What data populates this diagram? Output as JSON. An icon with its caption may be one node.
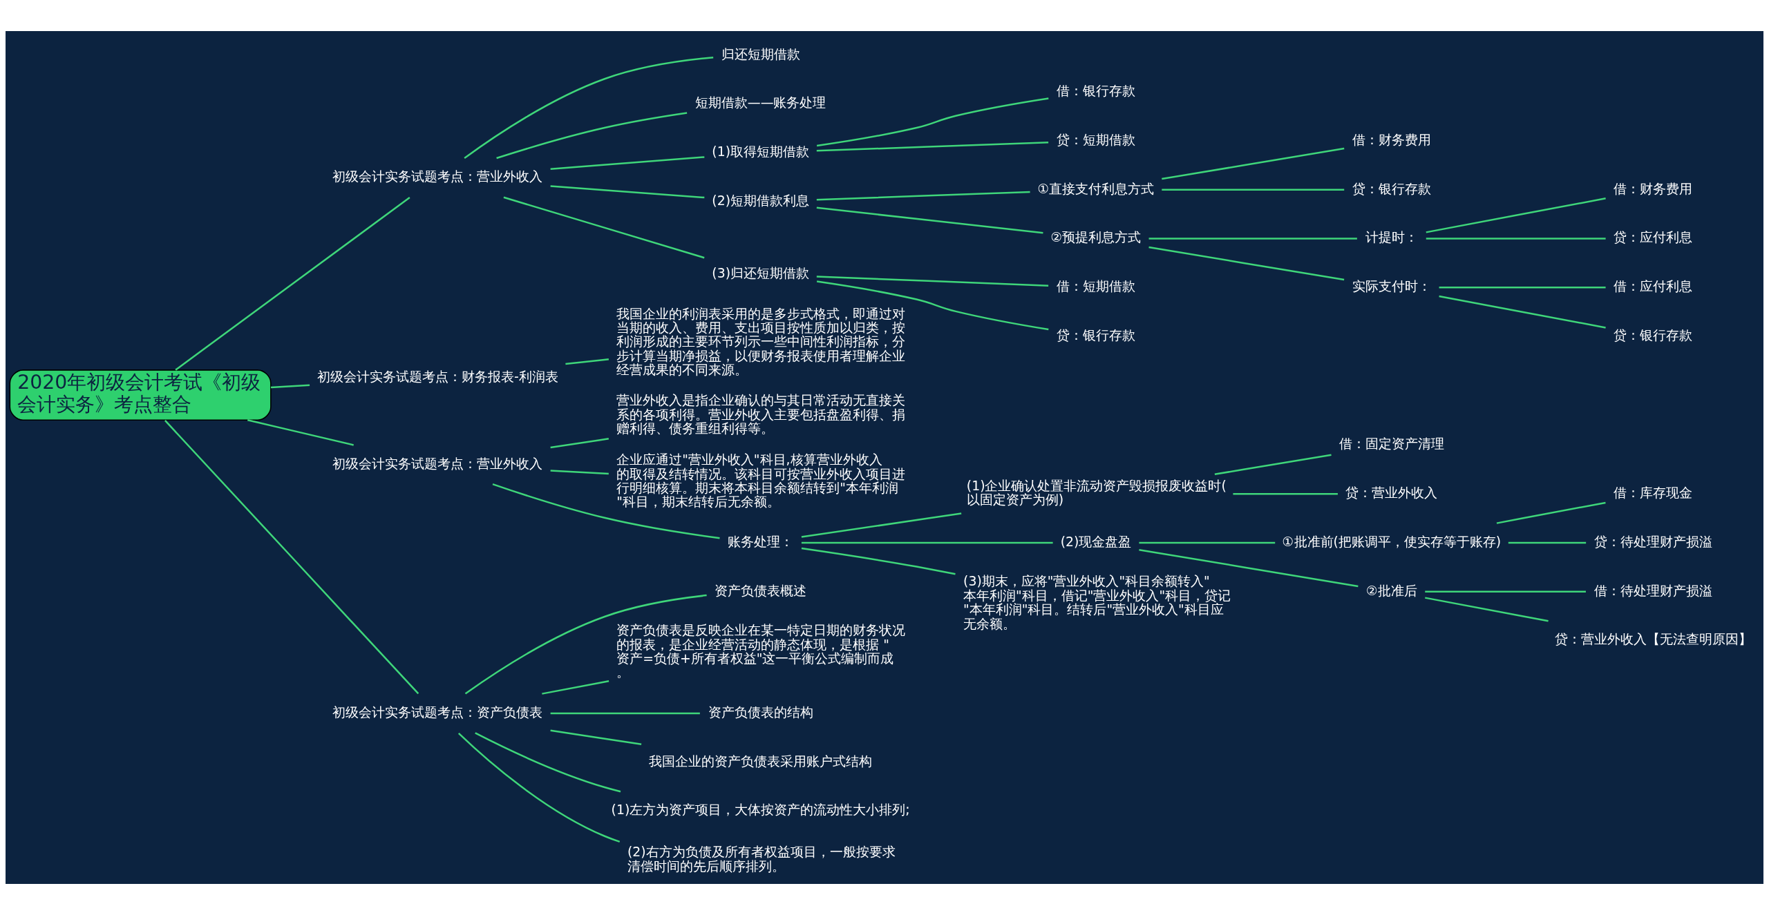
{
  "diagram": {
    "nodes": [
      {
        "text": [
          "2020年初级会计考试《初级会计实务》考点整合"
        ]
      },
      {
        "text": [
          "初级会计实务试题考点：营业外收入"
        ]
      },
      {
        "text": [
          "归还短期借款"
        ]
      },
      {
        "text": [
          "短期借款——账务处理"
        ]
      },
      {
        "text": [
          "(1)取得短期借款"
        ]
      },
      {
        "text": [
          "借：银行存款"
        ]
      },
      {
        "text": [
          "贷：短期借款"
        ]
      },
      {
        "text": [
          "(2)短期借款利息"
        ]
      },
      {
        "text": [
          "①直接支付利息方式"
        ]
      },
      {
        "text": [
          "借：财务费用"
        ]
      },
      {
        "text": [
          "贷：银行存款"
        ]
      },
      {
        "text": [
          "②预提利息方式"
        ]
      },
      {
        "text": [
          "计提时："
        ]
      },
      {
        "text": [
          "借：财务费用"
        ]
      },
      {
        "text": [
          "贷：应付利息"
        ]
      },
      {
        "text": [
          "实际支付时："
        ]
      },
      {
        "text": [
          "借：应付利息"
        ]
      },
      {
        "text": [
          "贷：银行存款"
        ]
      },
      {
        "text": [
          "(3)归还短期借款"
        ]
      },
      {
        "text": [
          "借：短期借款"
        ]
      },
      {
        "text": [
          "贷：银行存款"
        ]
      },
      {
        "text": [
          "初级会计实务试题考点：财务报表-利润表"
        ]
      },
      {
        "text": [
          "我国企业的利润表采用的是多步式格式，即通过对当期的收入、费用、支出项目按性质加以归类，按利润形成的主要环节列示一些中间性利润指标，分步计算当期净损益，以便财务报表使用者理解企业经营成果的不同来源。"
        ]
      },
      {
        "text": [
          "初级会计实务试题考点：营业外收入"
        ]
      },
      {
        "text": [
          "营业外收入是指企业确认的与其日常活动无直接关系的各项利得。营业外收入主要包括盘盈利得、捐赠利得、债务重组利得等。"
        ]
      },
      {
        "text": [
          "企业应通过\"营业外收入\"科目,核算营业外收入的取得及结转情况。该科目可按营业外收入项目进行明细核算。期末将本科目余额结转到\"本年利润\"科目，期末结转后无余额。"
        ]
      },
      {
        "text": [
          "账务处理："
        ]
      },
      {
        "text": [
          "(1)企业确认处置非流动资产毁损报废收益时(以固定资产为例)"
        ]
      },
      {
        "text": [
          "借：固定资产清理"
        ]
      },
      {
        "text": [
          "贷：营业外收入"
        ]
      },
      {
        "text": [
          "(2)现金盘盈"
        ]
      },
      {
        "text": [
          "①批准前(把账调平，使实存等于账存)"
        ]
      },
      {
        "text": [
          "借：库存现金"
        ]
      },
      {
        "text": [
          "贷：待处理财产损溢"
        ]
      },
      {
        "text": [
          "②批准后"
        ]
      },
      {
        "text": [
          "借：待处理财产损溢"
        ]
      },
      {
        "text": [
          "贷：营业外收入【无法查明原因】"
        ]
      },
      {
        "text": [
          "(3)期末，应将\"营业外收入\"科目余额转入\"本年利润\"科目，借记\"营业外收入\"科目，贷记\"本年利润\"科目。结转后\"营业外收入\"科目应无余额。"
        ]
      },
      {
        "text": [
          "初级会计实务试题考点：资产负债表"
        ]
      },
      {
        "text": [
          "资产负债表概述"
        ]
      },
      {
        "text": [
          "资产负债表是反映企业在某一特定日期的财务状况的报表，是企业经营活动的静态体现，是根据 \"资产=负债+所有者权益\"这一平衡公式编制而成。"
        ]
      },
      {
        "text": [
          "资产负债表的结构"
        ]
      },
      {
        "text": [
          "我国企业的资产负债表采用账户式结构"
        ]
      },
      {
        "text": [
          "(1)左方为资产项目，大体按资产的流动性大小排列;"
        ]
      },
      {
        "text": [
          "(2)右方为负债及所有者权益项目，一般按要求清偿时间的先后顺序排列。"
        ]
      }
    ],
    "edges": [
      {
        "from": 0,
        "to": 1,
        "arrow": "none"
      },
      {
        "from": 0,
        "to": 21,
        "arrow": "none"
      },
      {
        "from": 0,
        "to": 23,
        "arrow": "none"
      },
      {
        "from": 0,
        "to": 38,
        "arrow": "none"
      },
      {
        "from": 1,
        "to": 2,
        "arrow": "none"
      },
      {
        "from": 1,
        "to": 3,
        "arrow": "none"
      },
      {
        "from": 1,
        "to": 4,
        "arrow": "none"
      },
      {
        "from": 1,
        "to": 7,
        "arrow": "none"
      },
      {
        "from": 1,
        "to": 18,
        "arrow": "none"
      },
      {
        "from": 4,
        "to": 5,
        "arrow": "none"
      },
      {
        "from": 4,
        "to": 6,
        "arrow": "none"
      },
      {
        "from": 7,
        "to": 8,
        "arrow": "none"
      },
      {
        "from": 7,
        "to": 11,
        "arrow": "none"
      },
      {
        "from": 8,
        "to": 9,
        "arrow": "none"
      },
      {
        "from": 8,
        "to": 10,
        "arrow": "none"
      },
      {
        "from": 11,
        "to": 12,
        "arrow": "none"
      },
      {
        "from": 11,
        "to": 15,
        "arrow": "none"
      },
      {
        "from": 12,
        "to": 13,
        "arrow": "none"
      },
      {
        "from": 12,
        "to": 14,
        "arrow": "none"
      },
      {
        "from": 15,
        "to": 16,
        "arrow": "none"
      },
      {
        "from": 15,
        "to": 17,
        "arrow": "none"
      },
      {
        "from": 18,
        "to": 19,
        "arrow": "none"
      },
      {
        "from": 18,
        "to": 20,
        "arrow": "none"
      },
      {
        "from": 21,
        "to": 22,
        "arrow": "none"
      },
      {
        "from": 23,
        "to": 24,
        "arrow": "none"
      },
      {
        "from": 23,
        "to": 25,
        "arrow": "none"
      },
      {
        "from": 23,
        "to": 26,
        "arrow": "none"
      },
      {
        "from": 26,
        "to": 27,
        "arrow": "none"
      },
      {
        "from": 26,
        "to": 30,
        "arrow": "none"
      },
      {
        "from": 26,
        "to": 37,
        "arrow": "none"
      },
      {
        "from": 27,
        "to": 28,
        "arrow": "none"
      },
      {
        "from": 27,
        "to": 29,
        "arrow": "none"
      },
      {
        "from": 30,
        "to": 31,
        "arrow": "none"
      },
      {
        "from": 30,
        "to": 34,
        "arrow": "none"
      },
      {
        "from": 31,
        "to": 32,
        "arrow": "none"
      },
      {
        "from": 31,
        "to": 33,
        "arrow": "none"
      },
      {
        "from": 34,
        "to": 35,
        "arrow": "none"
      },
      {
        "from": 34,
        "to": 36,
        "arrow": "none"
      },
      {
        "from": 38,
        "to": 39,
        "arrow": "none"
      },
      {
        "from": 38,
        "to": 40,
        "arrow": "none"
      },
      {
        "from": 38,
        "to": 41,
        "arrow": "none"
      },
      {
        "from": 38,
        "to": 42,
        "arrow": "none"
      },
      {
        "from": 38,
        "to": 43,
        "arrow": "none"
      },
      {
        "from": 38,
        "to": 44,
        "arrow": "none"
      }
    ]
  }
}
